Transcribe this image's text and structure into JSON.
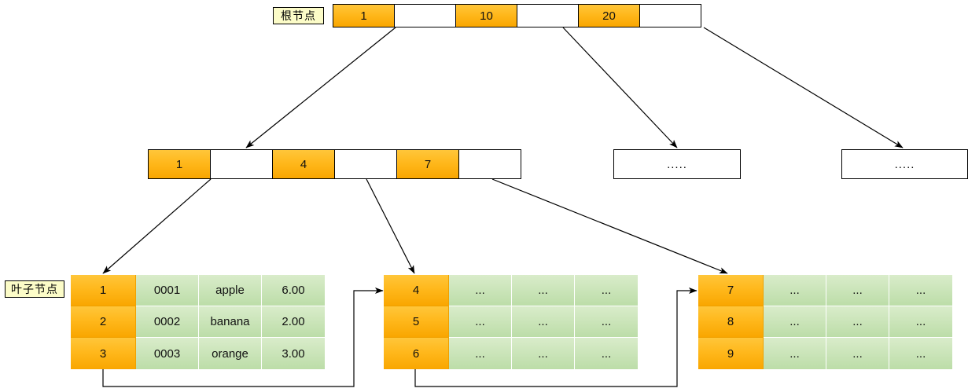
{
  "diagram": {
    "title": "B+ Tree index structure",
    "colors": {
      "key_orange": "#ffb81c",
      "value_green": "#bcdda8",
      "pointer_white": "#ffffff",
      "label_yellow": "#fcfcc8",
      "line_black": "#000000"
    }
  },
  "labels": {
    "root": "根节点",
    "leaf": "叶子节点"
  },
  "root_node": {
    "name": "root-node",
    "cells": [
      {
        "type": "key",
        "text": "1"
      },
      {
        "type": "pointer",
        "text": ""
      },
      {
        "type": "key",
        "text": "10"
      },
      {
        "type": "pointer",
        "text": ""
      },
      {
        "type": "key",
        "text": "20"
      },
      {
        "type": "pointer",
        "text": ""
      }
    ]
  },
  "internal_nodes": [
    {
      "name": "internal-node-1",
      "cells": [
        {
          "type": "key",
          "text": "1"
        },
        {
          "type": "pointer",
          "text": ""
        },
        {
          "type": "key",
          "text": "4"
        },
        {
          "type": "pointer",
          "text": ""
        },
        {
          "type": "key",
          "text": "7"
        },
        {
          "type": "pointer",
          "text": ""
        }
      ]
    },
    {
      "name": "internal-node-2",
      "cells": [
        {
          "type": "dots",
          "text": "....."
        }
      ]
    },
    {
      "name": "internal-node-3",
      "cells": [
        {
          "type": "dots",
          "text": "....."
        }
      ]
    }
  ],
  "leaf_nodes": [
    {
      "name": "leaf-node-1",
      "rows": [
        {
          "key": "1",
          "values": [
            "0001",
            "apple",
            "6.00"
          ]
        },
        {
          "key": "2",
          "values": [
            "0002",
            "banana",
            "2.00"
          ]
        },
        {
          "key": "3",
          "values": [
            "0003",
            "orange",
            "3.00"
          ]
        }
      ]
    },
    {
      "name": "leaf-node-2",
      "rows": [
        {
          "key": "4",
          "values": [
            "...",
            "...",
            "..."
          ]
        },
        {
          "key": "5",
          "values": [
            "...",
            "...",
            "..."
          ]
        },
        {
          "key": "6",
          "values": [
            "...",
            "...",
            "..."
          ]
        }
      ]
    },
    {
      "name": "leaf-node-3",
      "rows": [
        {
          "key": "7",
          "values": [
            "...",
            "...",
            "..."
          ]
        },
        {
          "key": "8",
          "values": [
            "...",
            "...",
            "..."
          ]
        },
        {
          "key": "9",
          "values": [
            "...",
            "...",
            "..."
          ]
        }
      ]
    }
  ]
}
